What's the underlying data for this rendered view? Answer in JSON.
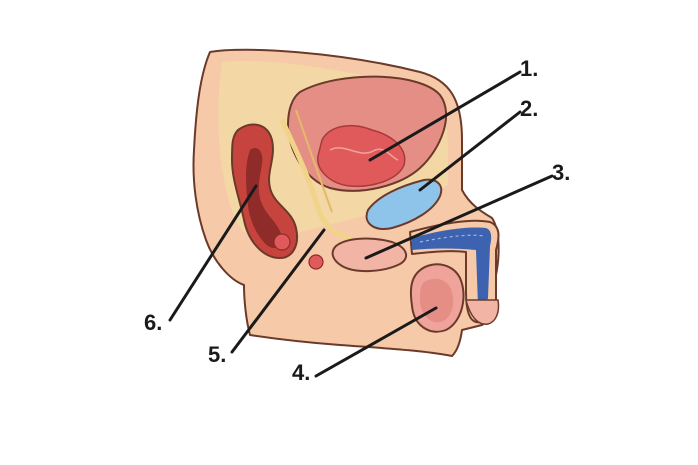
{
  "callouts": [
    {
      "label": "1."
    },
    {
      "label": "2."
    },
    {
      "label": "3."
    },
    {
      "label": "4."
    },
    {
      "label": "5."
    },
    {
      "label": "6."
    }
  ],
  "colors": {
    "skin": "#f6c9a8",
    "skin_dark": "#eeb08e",
    "wall": "#f3d7a4",
    "bladder": "#e58e86",
    "bladder_inner": "#e05a5c",
    "rectum": "#c7443e",
    "rectum_dark": "#8f2c2a",
    "seminal_vesicle": "#8fc4ea",
    "urethra_blue": "#3d63b0",
    "testis": "#e58e86",
    "gland_yellow": "#f2d38a",
    "outline": "#6b3a2a",
    "line": "#1a1a1a"
  }
}
